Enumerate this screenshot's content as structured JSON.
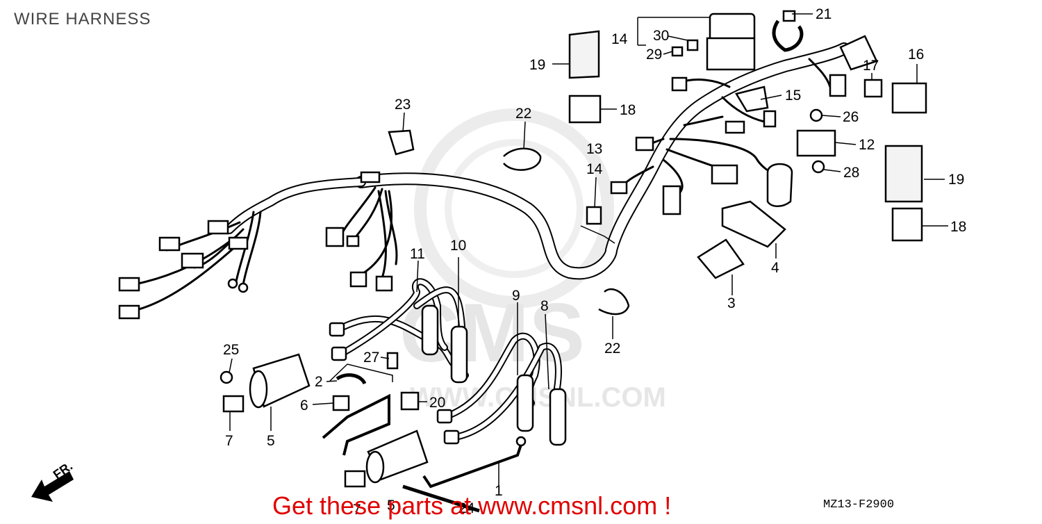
{
  "title": "WIRE HARNESS",
  "diagram_code": "MZ13-F2900",
  "banner": "Get these parts at www.cmsnl.com !",
  "watermark": {
    "logo": "CMS",
    "url": "WWW.CMSNL.COM"
  },
  "front_arrow": "FR.",
  "callouts": [
    {
      "id": "c21",
      "text": "21"
    },
    {
      "id": "c14a",
      "text": "14"
    },
    {
      "id": "c30",
      "text": "30"
    },
    {
      "id": "c29",
      "text": "29"
    },
    {
      "id": "c19a",
      "text": "19"
    },
    {
      "id": "c16",
      "text": "16"
    },
    {
      "id": "c17",
      "text": "17"
    },
    {
      "id": "c15",
      "text": "15"
    },
    {
      "id": "c23",
      "text": "23"
    },
    {
      "id": "c18a",
      "text": "18"
    },
    {
      "id": "c26",
      "text": "26"
    },
    {
      "id": "c22a",
      "text": "22"
    },
    {
      "id": "c12",
      "text": "12"
    },
    {
      "id": "c13",
      "text": "13"
    },
    {
      "id": "c14b",
      "text": "14"
    },
    {
      "id": "c28",
      "text": "28"
    },
    {
      "id": "c19b",
      "text": "19"
    },
    {
      "id": "c18b",
      "text": "18"
    },
    {
      "id": "c11",
      "text": "11"
    },
    {
      "id": "c10",
      "text": "10"
    },
    {
      "id": "c4",
      "text": "4"
    },
    {
      "id": "c3",
      "text": "3"
    },
    {
      "id": "c9",
      "text": "9"
    },
    {
      "id": "c8",
      "text": "8"
    },
    {
      "id": "c22b",
      "text": "22"
    },
    {
      "id": "c25",
      "text": "25"
    },
    {
      "id": "c27",
      "text": "27"
    },
    {
      "id": "c2",
      "text": "2"
    },
    {
      "id": "c6",
      "text": "6"
    },
    {
      "id": "c20",
      "text": "20"
    },
    {
      "id": "c7a",
      "text": "7"
    },
    {
      "id": "c5a",
      "text": "5"
    },
    {
      "id": "c1",
      "text": "1"
    },
    {
      "id": "c7b",
      "text": "7"
    },
    {
      "id": "c5b",
      "text": "5"
    },
    {
      "id": "c24",
      "text": "24"
    }
  ]
}
